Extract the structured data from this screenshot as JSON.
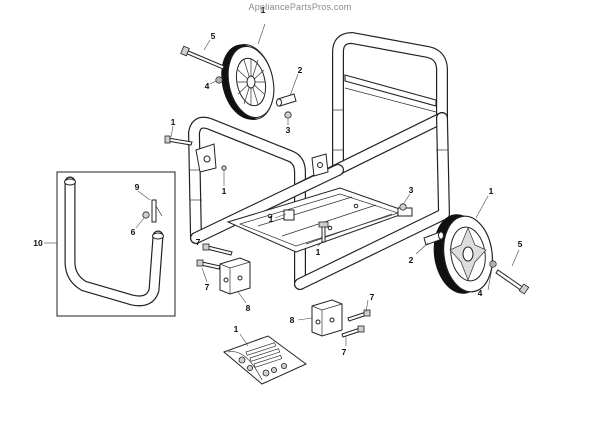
{
  "watermark": "AppliancePartsPros.com",
  "callouts": {
    "c1_wheel_left": "1",
    "c1_bolt_left": "1",
    "c1_frame_center": "1",
    "c1_frame_mid": "1",
    "c1_frame_low": "1",
    "c1_wheel_right": "1",
    "c1_hardware_kit": "1",
    "c2_axle_left": "2",
    "c2_axle_right": "2",
    "c3_left": "3",
    "c3_right": "3",
    "c4_left": "4",
    "c4_right": "4",
    "c5_left": "5",
    "c5_right": "5",
    "c6_handle": "6",
    "c7_left_top": "7",
    "c7_left_bottom": "7",
    "c7_right_top": "7",
    "c7_right_bottom": "7",
    "c8_left": "8",
    "c8_right": "8",
    "c9_handle": "9",
    "c10_handle_kit": "10"
  }
}
